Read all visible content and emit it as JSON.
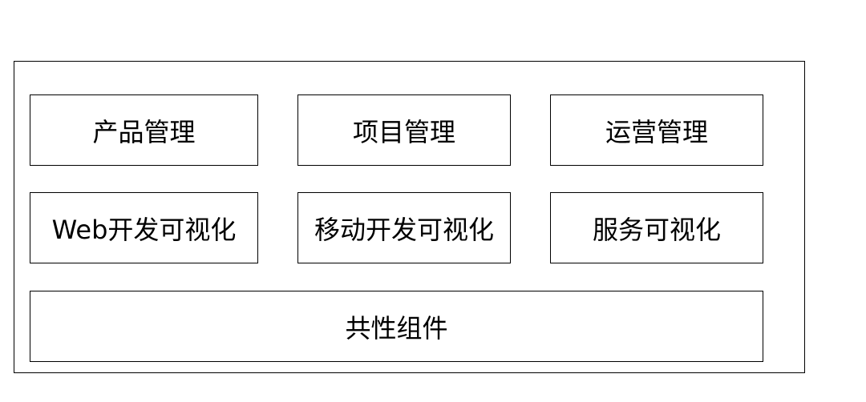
{
  "diagram": {
    "modules": [
      {
        "label": "产品管理"
      },
      {
        "label": "项目管理"
      },
      {
        "label": "运营管理"
      },
      {
        "label": "Web开发可视化"
      },
      {
        "label": "移动开发可视化"
      },
      {
        "label": "服务可视化"
      }
    ],
    "base": {
      "label": "共性组件"
    },
    "colors": {
      "border": "#000000",
      "background": "#ffffff",
      "text": "#000000"
    }
  }
}
